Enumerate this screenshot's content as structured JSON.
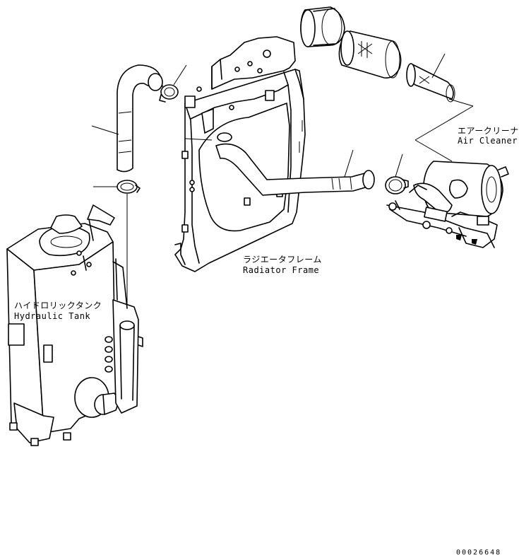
{
  "labels": {
    "air_cleaner_jp": "エアークリーナ",
    "air_cleaner_en": "Air Cleaner",
    "radiator_frame_jp": "ラジエータフレーム",
    "radiator_frame_en": "Radiator Frame",
    "hydraulic_tank_jp": "ハイドロリックタンク",
    "hydraulic_tank_en": "Hydraulic Tank"
  },
  "reference_number": "00026648"
}
